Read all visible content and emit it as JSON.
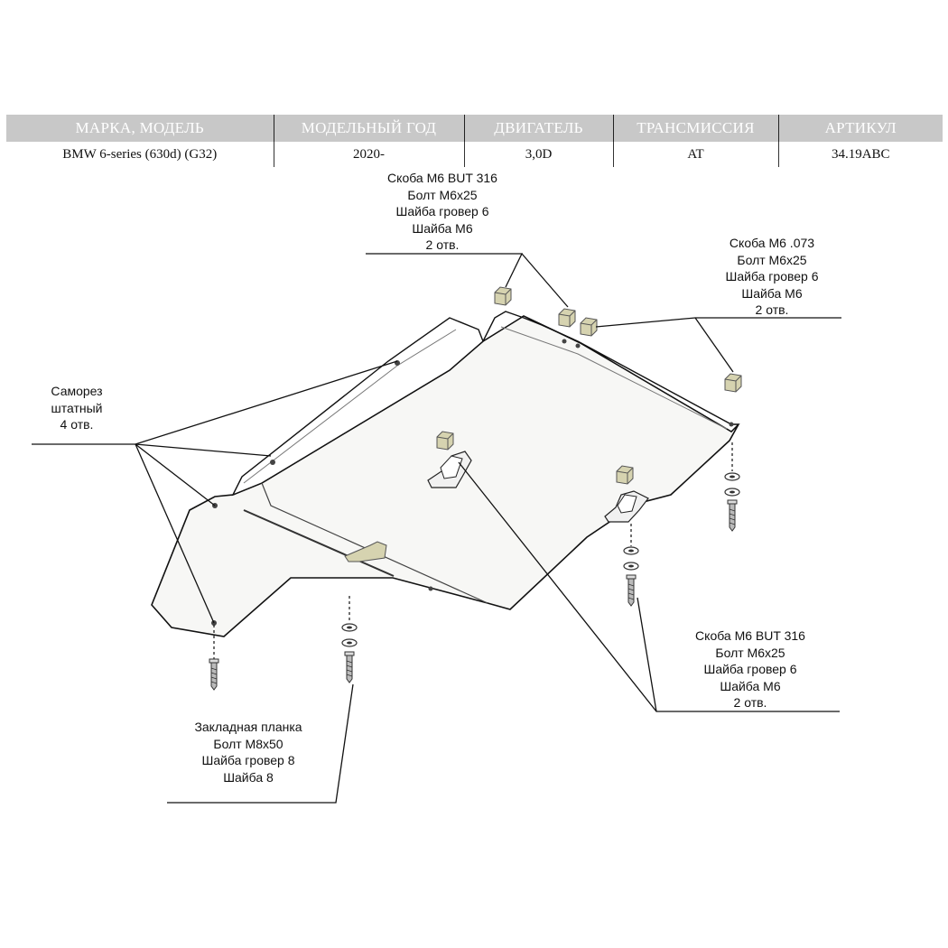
{
  "table": {
    "headers": [
      "МАРКА, МОДЕЛЬ",
      "МОДЕЛЬНЫЙ ГОД",
      "ДВИГАТЕЛЬ",
      "ТРАНСМИССИЯ",
      "АРТИКУЛ"
    ],
    "row": [
      "BMW 6-series (630d) (G32)",
      "2020-",
      "3,0D",
      "AT",
      "34.19ABC"
    ]
  },
  "callouts": {
    "top_center": [
      "Скоба М6 BUT 316",
      "Болт М6х25",
      "Шайба гровер 6",
      "Шайба М6",
      "2 отв."
    ],
    "top_right": [
      "Скоба М6 .073",
      "Болт М6х25",
      "Шайба гровер 6",
      "Шайба М6",
      "2 отв."
    ],
    "left": [
      "Саморез",
      "штатный",
      "4 отв."
    ],
    "bottom_right": [
      "Скоба М6 BUT 316",
      "Болт М6х25",
      "Шайба гровер 6",
      "Шайба М6",
      "2 отв."
    ],
    "bottom_left": [
      "Закладная планка",
      "Болт М8х50",
      "Шайба гровер 8",
      "Шайба 8"
    ]
  },
  "colors": {
    "header_bg": "#c8c8c8",
    "bracket": "#d6d3b0",
    "line": "#111111"
  }
}
